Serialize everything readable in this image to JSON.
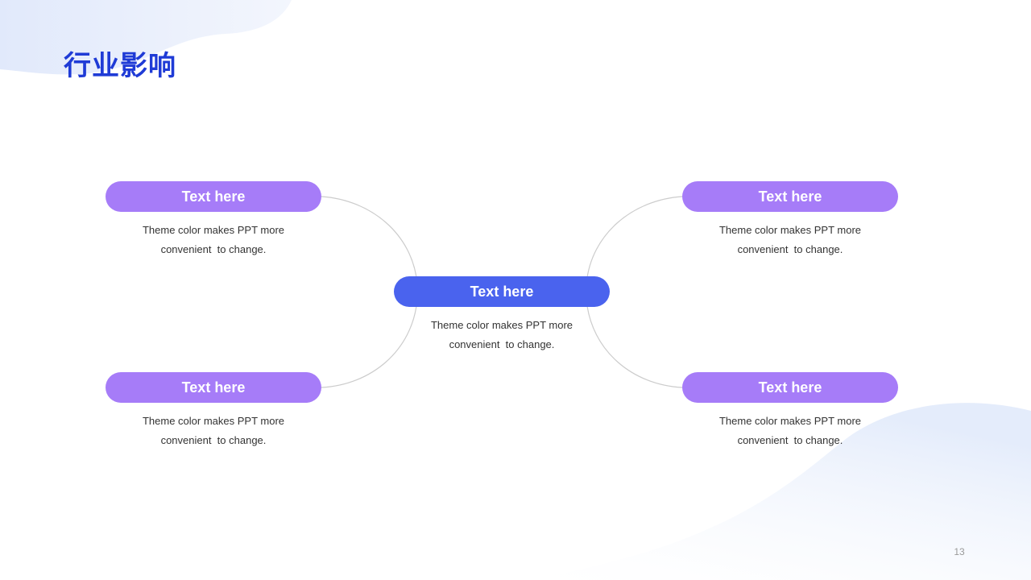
{
  "title": "行业影响",
  "colors": {
    "title": "#1f3bd6",
    "center_pill": "#4a63ee",
    "outer_pill": "#a67cf8",
    "connector": "#cccccc"
  },
  "nodes": {
    "top_left": {
      "label": "Text here",
      "desc_line1": "Theme color makes PPT more",
      "desc_line2": "convenient  to change."
    },
    "top_right": {
      "label": "Text here",
      "desc_line1": "Theme color makes PPT more",
      "desc_line2": "convenient  to change."
    },
    "center": {
      "label": "Text here",
      "desc_line1": "Theme color makes PPT more",
      "desc_line2": "convenient  to change."
    },
    "bottom_left": {
      "label": "Text here",
      "desc_line1": "Theme color makes PPT more",
      "desc_line2": "convenient  to change."
    },
    "bottom_right": {
      "label": "Text here",
      "desc_line1": "Theme color makes PPT more",
      "desc_line2": "convenient  to change."
    }
  },
  "page_number": "13"
}
